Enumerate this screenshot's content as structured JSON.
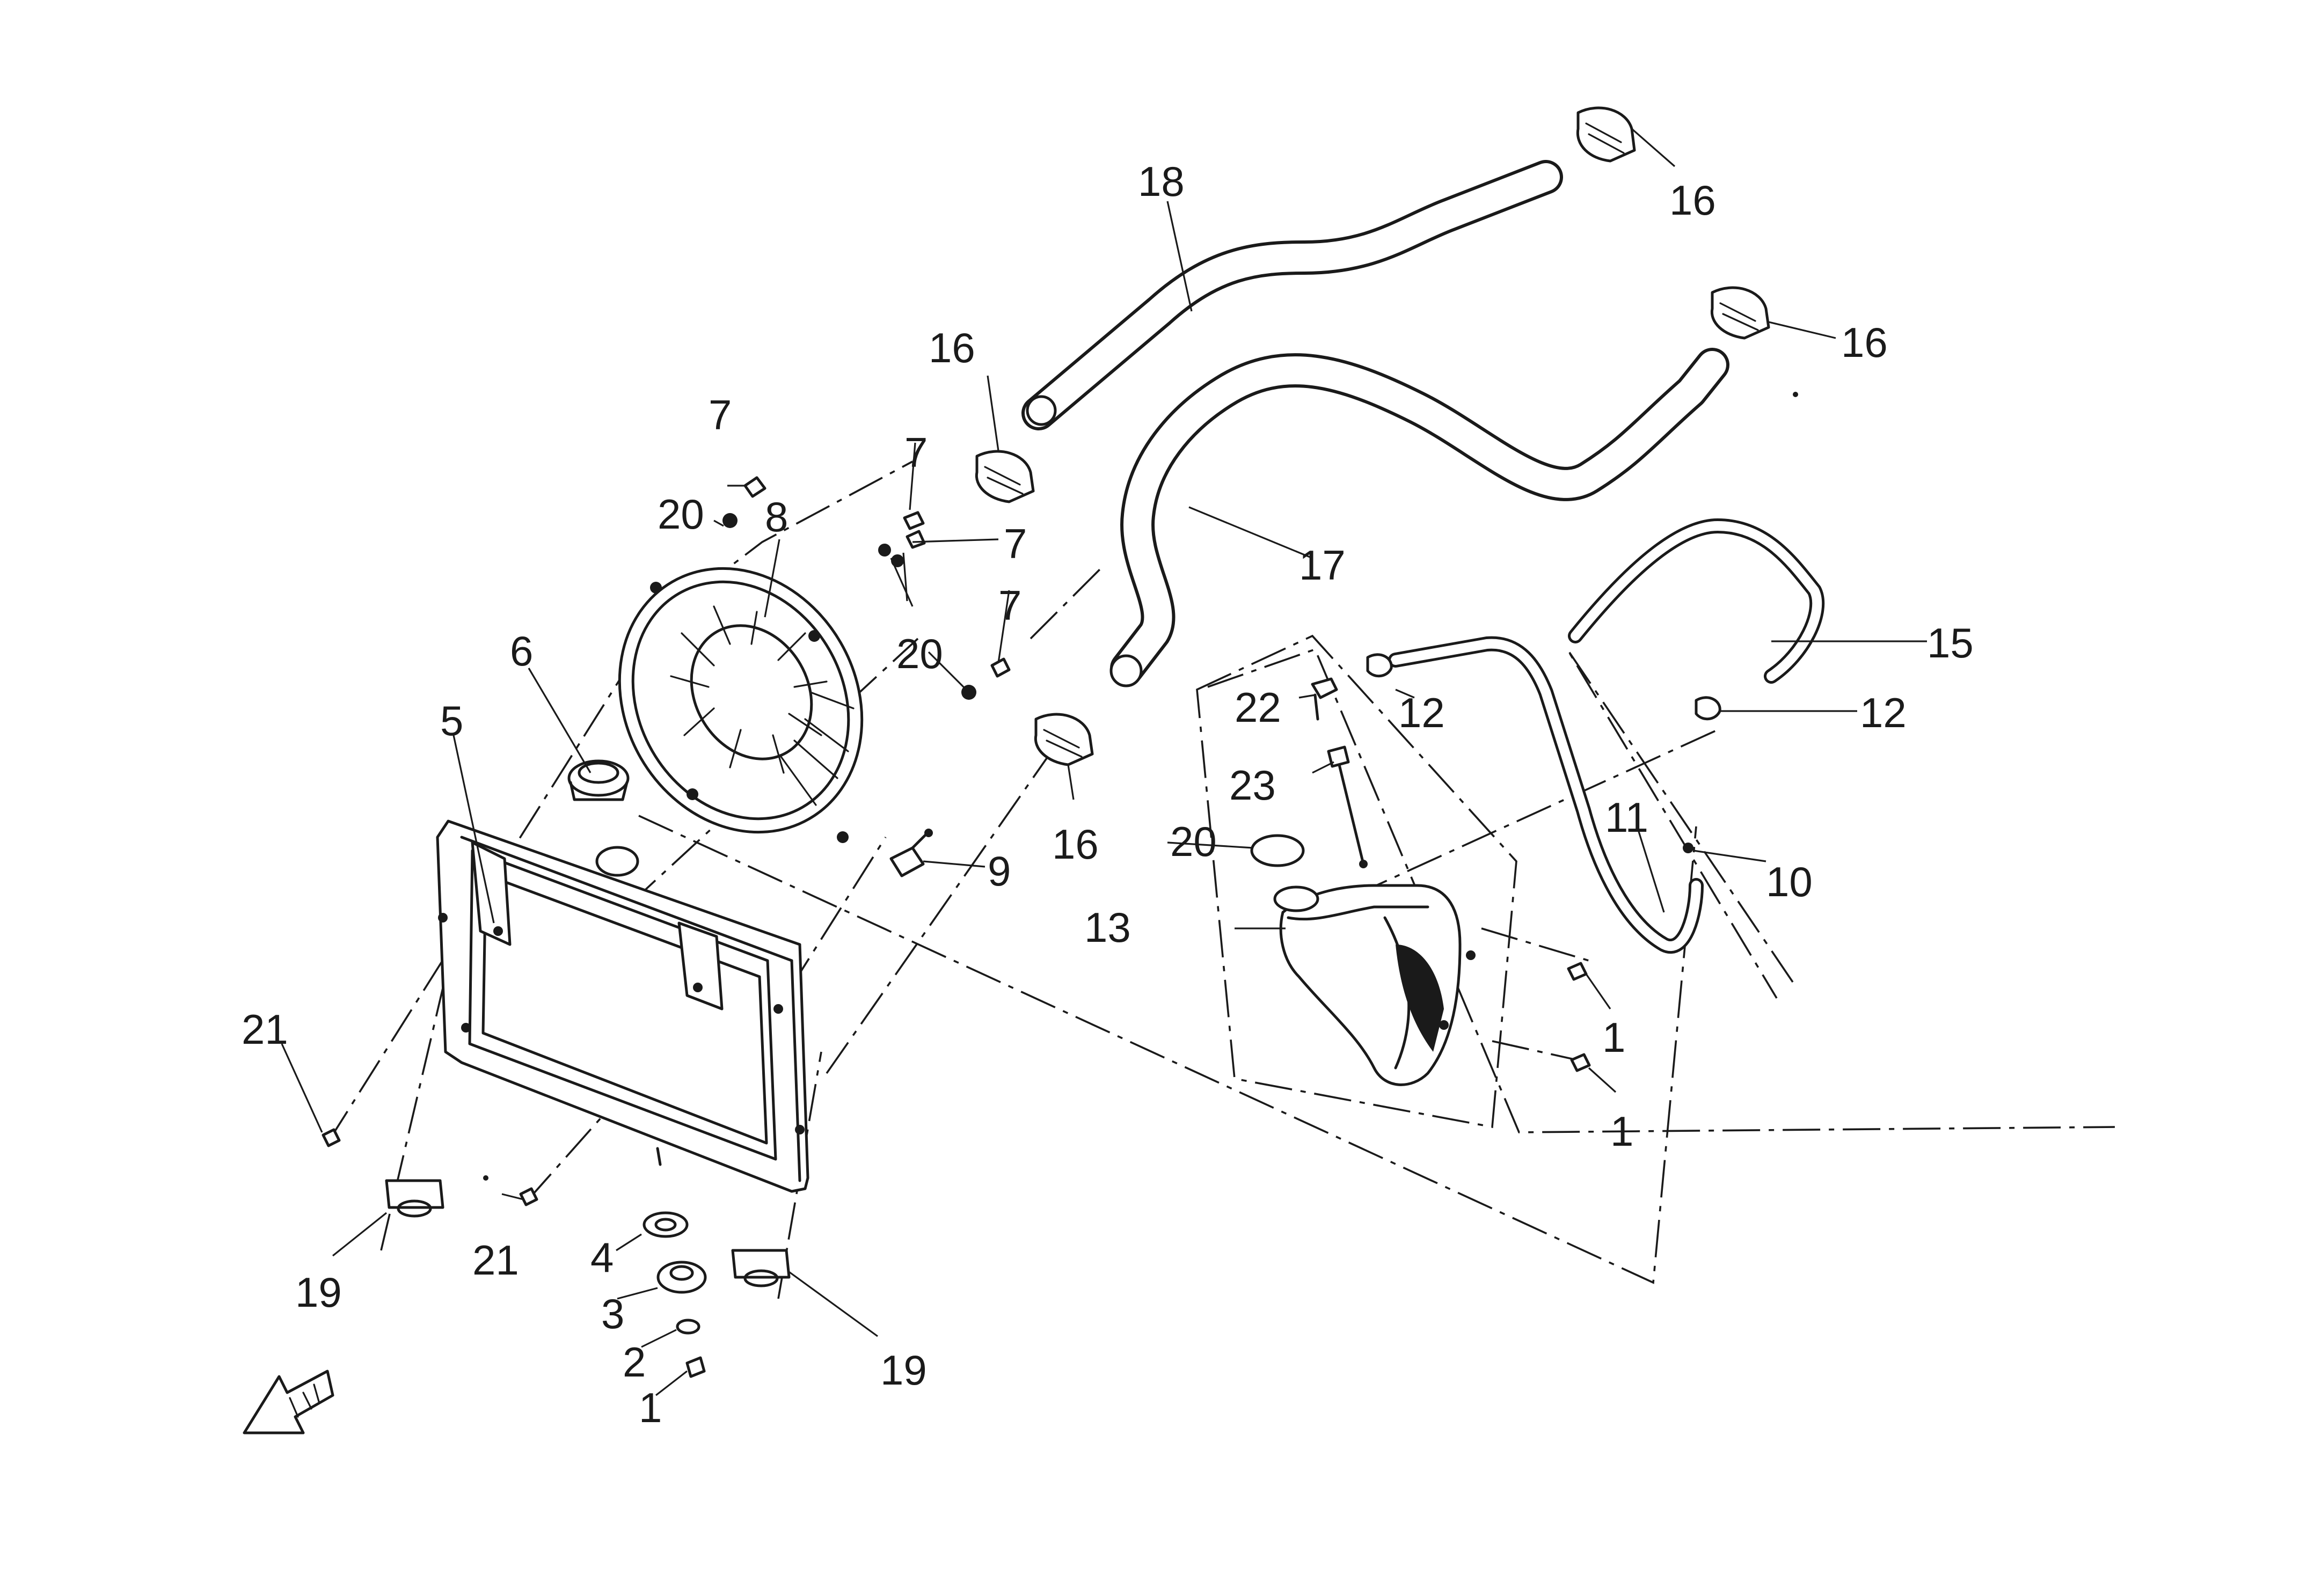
{
  "callouts": {
    "c1_a": "1",
    "c1_b": "1",
    "c1_c": "1",
    "c2": "2",
    "c3": "3",
    "c4": "4",
    "c5": "5",
    "c6": "6",
    "c7_a": "7",
    "c7_b": "7",
    "c7_c": "7",
    "c7_d": "7",
    "c8": "8",
    "c9": "9",
    "c10": "10",
    "c11": "11",
    "c12_a": "12",
    "c12_b": "12",
    "c13": "13",
    "c15": "15",
    "c16_a": "16",
    "c16_b": "16",
    "c16_c": "16",
    "c16_d": "16",
    "c17": "17",
    "c18": "18",
    "c19_a": "19",
    "c19_b": "19",
    "c20_a": "20",
    "c20_b": "20",
    "c20_c": "20",
    "c21_a": "21",
    "c21_b": "21",
    "c22": "22",
    "c23": "23"
  },
  "icons": {
    "direction_arrow": "front-direction-arrow-icon"
  }
}
